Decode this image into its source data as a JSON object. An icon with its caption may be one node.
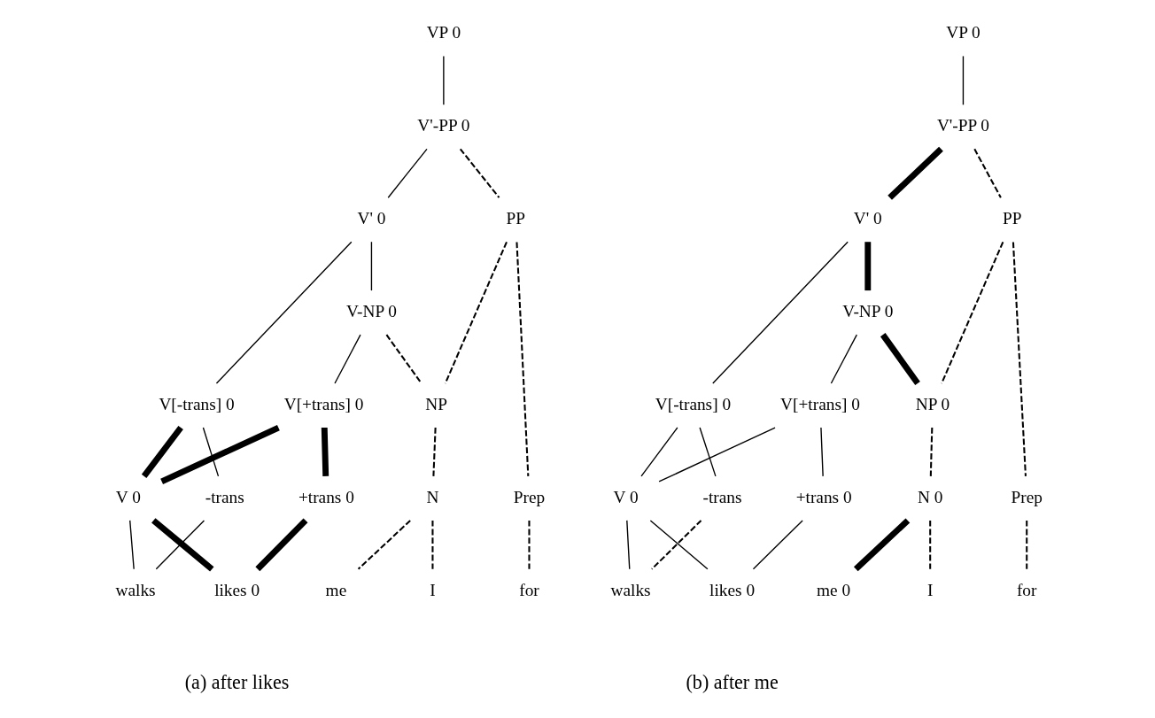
{
  "diagram": {
    "nodes": [
      {
        "text": [
          "VP 0"
        ]
      },
      {
        "text": [
          "V'-PP 0"
        ]
      },
      {
        "text": [
          "V' 0"
        ]
      },
      {
        "text": [
          "PP"
        ]
      },
      {
        "text": [
          "V-NP 0"
        ]
      },
      {
        "text": [
          "V[-trans] 0"
        ]
      },
      {
        "text": [
          "V[+trans] 0"
        ]
      },
      {
        "text": [
          "NP"
        ]
      },
      {
        "text": [
          "V 0"
        ]
      },
      {
        "text": [
          "-trans"
        ]
      },
      {
        "text": [
          "+trans 0"
        ]
      },
      {
        "text": [
          "Prep"
        ]
      },
      {
        "text": [
          "N"
        ]
      },
      {
        "text": [
          "walks"
        ]
      },
      {
        "text": [
          "likes 0"
        ]
      },
      {
        "text": [
          "for"
        ]
      },
      {
        "text": [
          "me"
        ]
      },
      {
        "text": [
          "I"
        ]
      },
      {
        "text": [
          "VP 0"
        ]
      },
      {
        "text": [
          "V'-PP 0"
        ]
      },
      {
        "text": [
          "V' 0"
        ]
      },
      {
        "text": [
          "PP"
        ]
      },
      {
        "text": [
          "V-NP 0"
        ]
      },
      {
        "text": [
          "V[-trans] 0"
        ]
      },
      {
        "text": [
          "V[+trans] 0"
        ]
      },
      {
        "text": [
          "NP 0"
        ]
      },
      {
        "text": [
          "V 0"
        ]
      },
      {
        "text": [
          "-trans"
        ]
      },
      {
        "text": [
          "+trans 0"
        ]
      },
      {
        "text": [
          "Prep"
        ]
      },
      {
        "text": [
          "N 0"
        ]
      },
      {
        "text": [
          "walks"
        ]
      },
      {
        "text": [
          "likes 0"
        ]
      },
      {
        "text": [
          "for"
        ]
      },
      {
        "text": [
          "me 0"
        ]
      },
      {
        "text": [
          "I"
        ]
      }
    ],
    "edges": [
      {
        "from": 0,
        "to": 1,
        "arrow": "none"
      },
      {
        "from": 1,
        "to": 2,
        "arrow": "none"
      },
      {
        "from": 1,
        "to": 3,
        "arrow": "none",
        "style": "dashed"
      },
      {
        "from": 2,
        "to": 5,
        "arrow": "none"
      },
      {
        "from": 2,
        "to": 4,
        "arrow": "none"
      },
      {
        "from": 4,
        "to": 6,
        "arrow": "none"
      },
      {
        "from": 4,
        "to": 7,
        "arrow": "none",
        "style": "dashed"
      },
      {
        "from": 3,
        "to": 11,
        "arrow": "none",
        "style": "dashed"
      },
      {
        "from": 3,
        "to": 7,
        "arrow": "none",
        "style": "dashed"
      },
      {
        "from": 7,
        "to": 12,
        "arrow": "none",
        "style": "dashed"
      },
      {
        "from": 5,
        "to": 8,
        "arrow": "none",
        "style": "thick"
      },
      {
        "from": 5,
        "to": 9,
        "arrow": "none"
      },
      {
        "from": 6,
        "to": 8,
        "arrow": "none",
        "style": "thick"
      },
      {
        "from": 6,
        "to": 10,
        "arrow": "none",
        "style": "thick"
      },
      {
        "from": 8,
        "to": 13,
        "arrow": "none"
      },
      {
        "from": 8,
        "to": 14,
        "arrow": "none",
        "style": "thick"
      },
      {
        "from": 9,
        "to": 13,
        "arrow": "none"
      },
      {
        "from": 10,
        "to": 14,
        "arrow": "none",
        "style": "thick"
      },
      {
        "from": 11,
        "to": 15,
        "arrow": "none",
        "style": "dashed"
      },
      {
        "from": 12,
        "to": 16,
        "arrow": "none",
        "style": "dashed"
      },
      {
        "from": 12,
        "to": 17,
        "arrow": "none",
        "style": "dashed"
      },
      {
        "from": 18,
        "to": 19,
        "arrow": "none"
      },
      {
        "from": 19,
        "to": 20,
        "arrow": "none",
        "style": "thick"
      },
      {
        "from": 19,
        "to": 21,
        "arrow": "none",
        "style": "dashed"
      },
      {
        "from": 20,
        "to": 23,
        "arrow": "none"
      },
      {
        "from": 20,
        "to": 22,
        "arrow": "none",
        "style": "thick"
      },
      {
        "from": 22,
        "to": 24,
        "arrow": "none"
      },
      {
        "from": 22,
        "to": 25,
        "arrow": "none",
        "style": "thick"
      },
      {
        "from": 21,
        "to": 29,
        "arrow": "none",
        "style": "dashed"
      },
      {
        "from": 21,
        "to": 25,
        "arrow": "none",
        "style": "dashed"
      },
      {
        "from": 25,
        "to": 30,
        "arrow": "none",
        "style": "dashed"
      },
      {
        "from": 23,
        "to": 26,
        "arrow": "none"
      },
      {
        "from": 23,
        "to": 27,
        "arrow": "none"
      },
      {
        "from": 24,
        "to": 26,
        "arrow": "none"
      },
      {
        "from": 24,
        "to": 28,
        "arrow": "none"
      },
      {
        "from": 26,
        "to": 31,
        "arrow": "none"
      },
      {
        "from": 26,
        "to": 32,
        "arrow": "none"
      },
      {
        "from": 27,
        "to": 31,
        "arrow": "none",
        "style": "dashed"
      },
      {
        "from": 28,
        "to": 32,
        "arrow": "none"
      },
      {
        "from": 29,
        "to": 33,
        "arrow": "none",
        "style": "dashed"
      },
      {
        "from": 30,
        "to": 34,
        "arrow": "none",
        "style": "thick"
      },
      {
        "from": 30,
        "to": 35,
        "arrow": "none",
        "style": "dashed"
      }
    ],
    "labels": [
      "(a) after likes",
      "(b) after me"
    ]
  }
}
